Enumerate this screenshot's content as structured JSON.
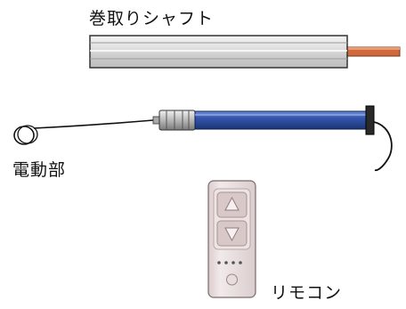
{
  "labels": {
    "shaft": "巻取りシャフト",
    "motor": "電動部",
    "remote": "リモコン"
  },
  "colors": {
    "shaft_body": "#d9d9d9",
    "shaft_tip": "#d2693c",
    "motor_tube": "#2e4fa0",
    "remote_body": "#e9dede",
    "remote_button": "#d8c8c8"
  },
  "icons": {
    "cable_coil": "coil-icon",
    "remote_up_down": "up-down-arrows-icon"
  }
}
